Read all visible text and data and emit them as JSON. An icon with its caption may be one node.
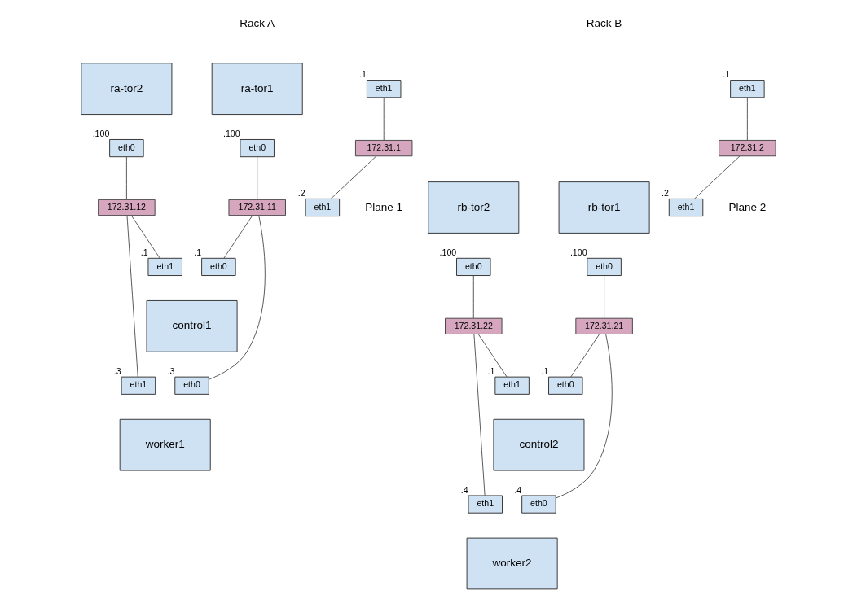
{
  "diagram": {
    "nodes": [
      {
        "text": [
          "ra-tor1"
        ]
      },
      {
        "text": [
          "eth1"
        ],
        "beside": [
          ".1"
        ]
      },
      {
        "text": [
          "eth0"
        ],
        "beside": [
          ".100"
        ]
      },
      {
        "text": [
          "172.31.1"
        ]
      },
      {
        "text": [
          "rb-tor1"
        ]
      },
      {
        "text": [
          "eth1"
        ],
        "beside": [
          ".2"
        ]
      },
      {
        "text": [
          "eth0"
        ],
        "beside": [
          ".100"
        ]
      },
      {
        "text": [
          "ra-tor2"
        ]
      },
      {
        "text": [
          "eth1"
        ],
        "beside": [
          ".1"
        ]
      },
      {
        "text": [
          "eth0"
        ],
        "beside": [
          ".100"
        ]
      },
      {
        "text": [
          "172.31.2"
        ]
      },
      {
        "text": [
          "rb-tor2"
        ]
      },
      {
        "text": [
          "eth1"
        ],
        "beside": [
          ".2"
        ]
      },
      {
        "text": [
          "eth0"
        ],
        "beside": [
          ".100"
        ]
      },
      {
        "text": [
          "172.31.11"
        ]
      },
      {
        "text": [
          "172.31.21"
        ]
      },
      {
        "text": [
          "172.31.12"
        ]
      },
      {
        "text": [
          "172.31.22"
        ]
      },
      {
        "text": [
          "control1"
        ]
      },
      {
        "text": [
          "eth0"
        ],
        "beside": [
          ".1"
        ]
      },
      {
        "text": [
          "eth1"
        ],
        "beside": [
          ".1"
        ]
      },
      {
        "text": [
          "control2"
        ]
      },
      {
        "text": [
          "eth0"
        ],
        "beside": [
          ".1"
        ]
      },
      {
        "text": [
          "eth1"
        ],
        "beside": [
          ".1"
        ]
      },
      {
        "text": [
          "worker1"
        ]
      },
      {
        "text": [
          "eth0"
        ],
        "beside": [
          ".3"
        ]
      },
      {
        "text": [
          "eth1"
        ],
        "beside": [
          ".3"
        ]
      },
      {
        "text": [
          "worker2"
        ]
      },
      {
        "text": [
          "eth0"
        ],
        "beside": [
          ".4"
        ]
      },
      {
        "text": [
          "eth1"
        ],
        "beside": [
          ".4"
        ]
      }
    ],
    "edges": [
      {
        "from": 1,
        "to": 3,
        "arrow": "none"
      },
      {
        "from": 3,
        "to": 5,
        "arrow": "none"
      },
      {
        "from": 8,
        "to": 10,
        "arrow": "none"
      },
      {
        "from": 10,
        "to": 12,
        "arrow": "none"
      },
      {
        "from": 2,
        "to": 14,
        "arrow": "none"
      },
      {
        "from": 14,
        "to": 19,
        "arrow": "none"
      },
      {
        "from": 14,
        "to": 25,
        "arrow": "none"
      },
      {
        "from": 9,
        "to": 16,
        "arrow": "none"
      },
      {
        "from": 16,
        "to": 20,
        "arrow": "none"
      },
      {
        "from": 16,
        "to": 26,
        "arrow": "none"
      },
      {
        "from": 6,
        "to": 15,
        "arrow": "none"
      },
      {
        "from": 15,
        "to": 22,
        "arrow": "none"
      },
      {
        "from": 15,
        "to": 28,
        "arrow": "none"
      },
      {
        "from": 13,
        "to": 17,
        "arrow": "none"
      },
      {
        "from": 17,
        "to": 23,
        "arrow": "none"
      },
      {
        "from": 17,
        "to": 29,
        "arrow": "none"
      }
    ],
    "labels": [
      "Rack A",
      "Rack B",
      "Plane 1",
      "Plane 2"
    ]
  }
}
